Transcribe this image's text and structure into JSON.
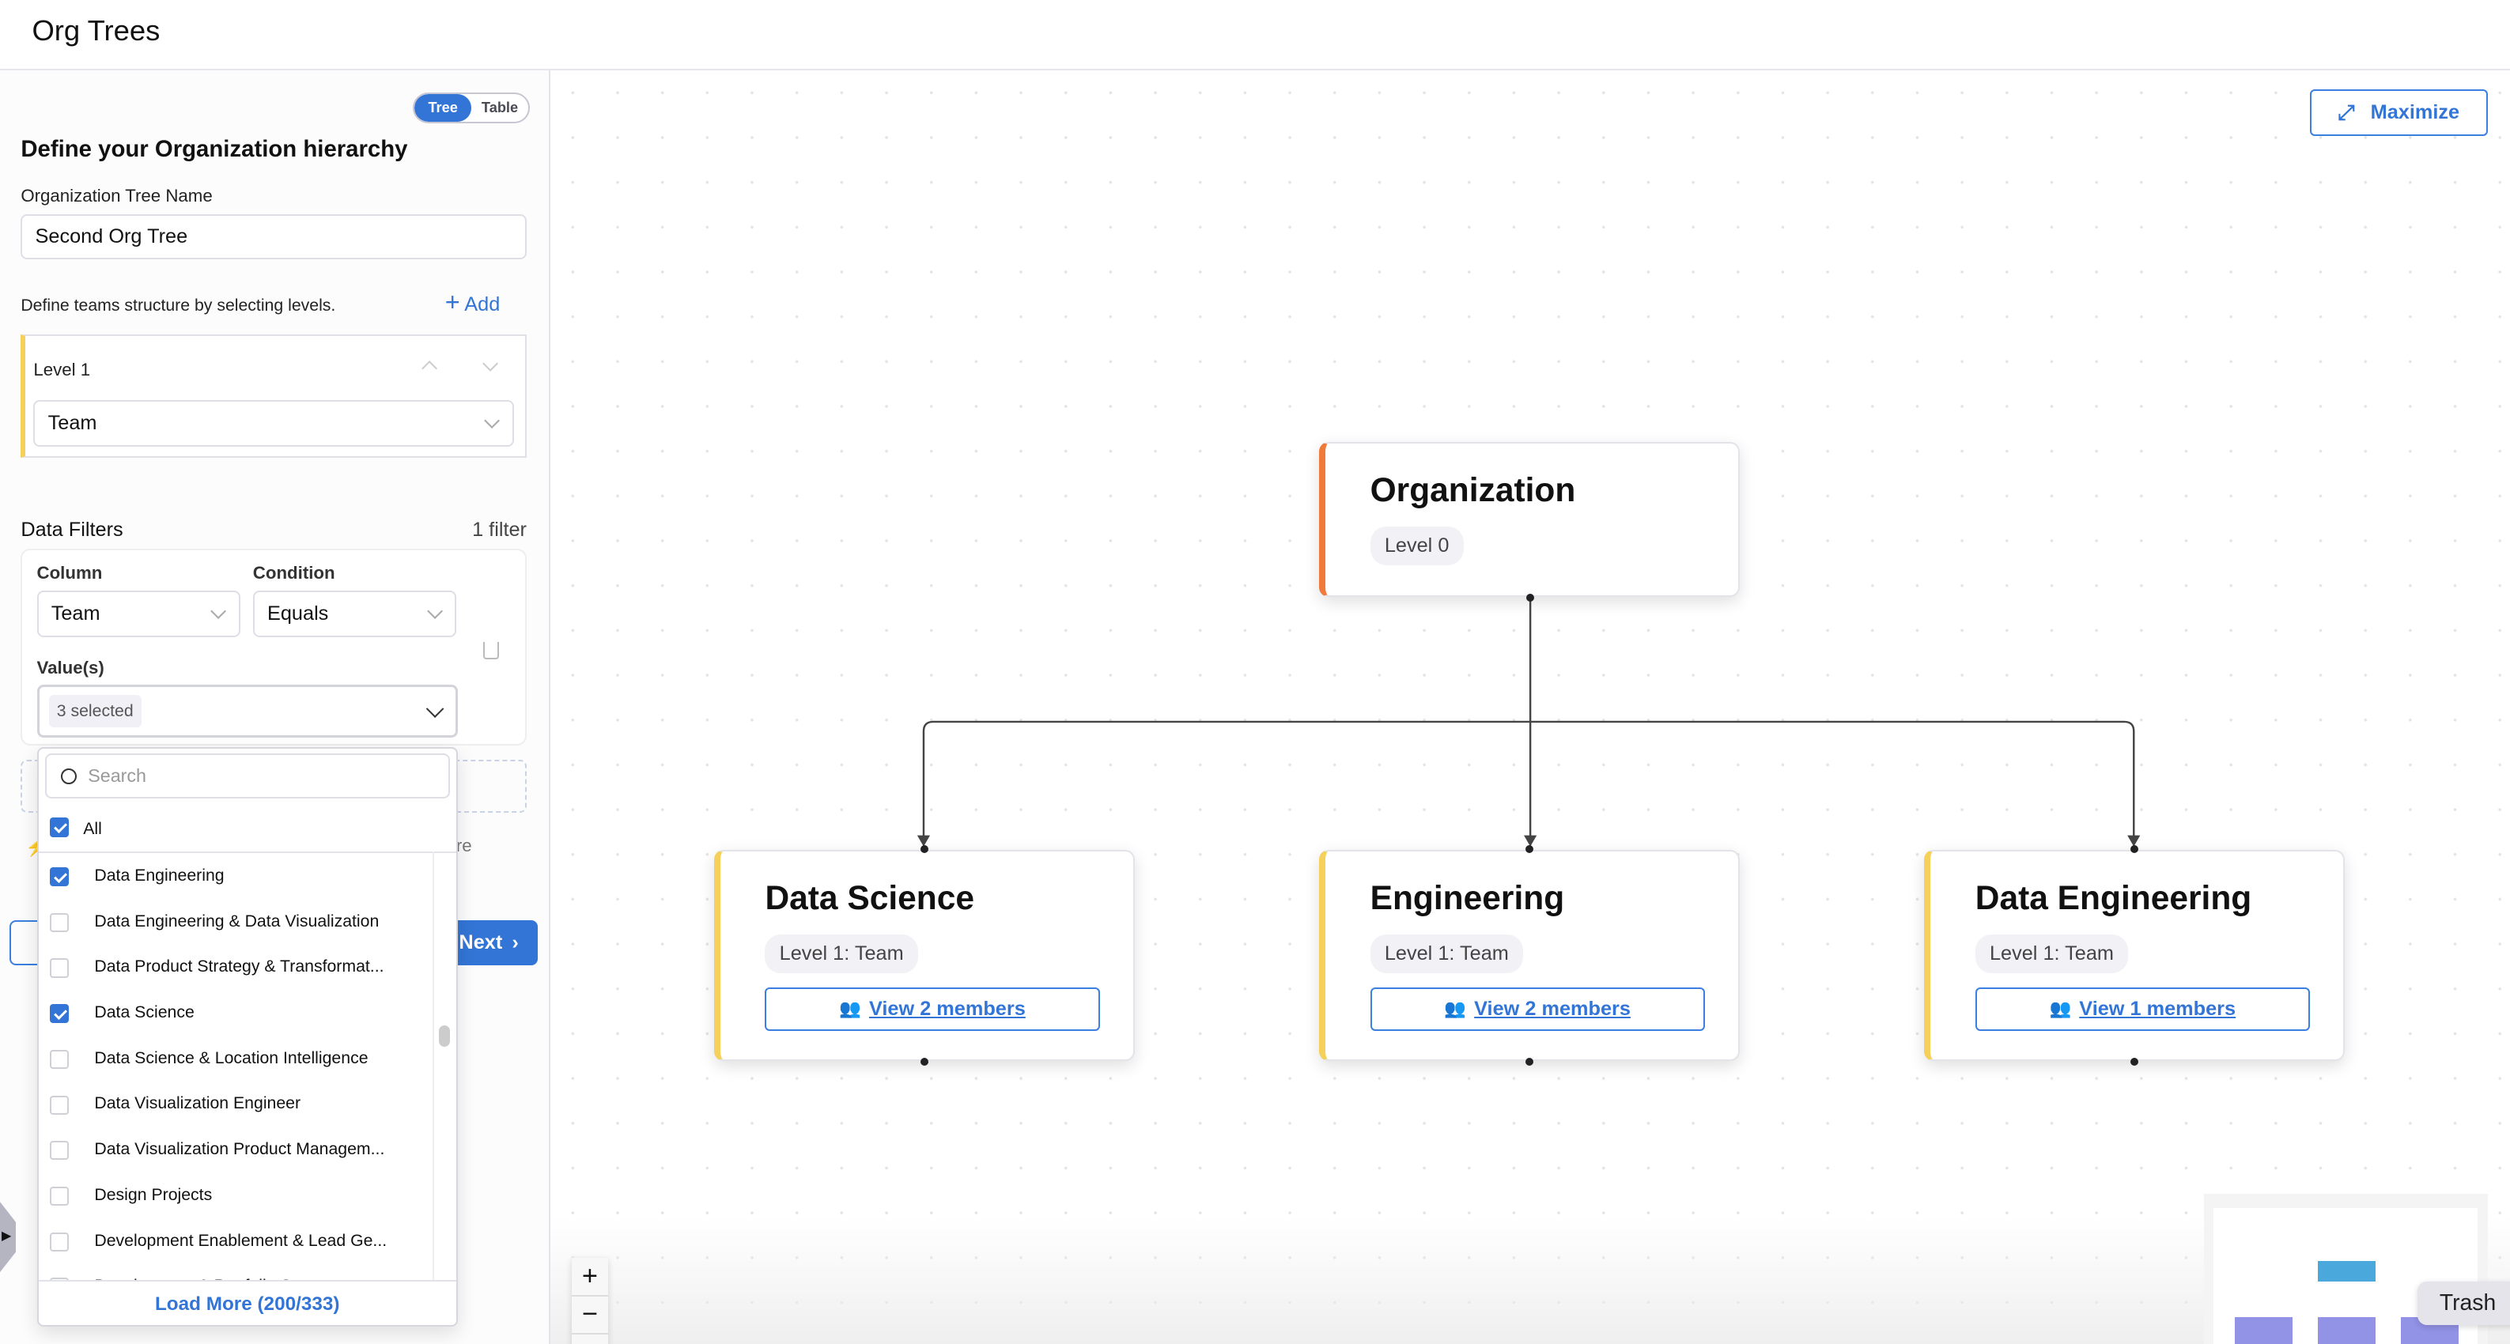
{
  "header": {
    "title": "Org Trees"
  },
  "left_panel": {
    "view_toggle": {
      "options": [
        "Tree",
        "Table"
      ],
      "selected": "Tree"
    },
    "heading": "Define your Organization hierarchy",
    "tree_name_label": "Organization Tree Name",
    "tree_name_value": "Second Org Tree",
    "levels_hint": "Define teams structure by selecting levels.",
    "add_label": "Add",
    "levels": [
      {
        "label": "Level 1",
        "value": "Team"
      }
    ],
    "data_filters": {
      "title": "Data Filters",
      "count": "1 filter",
      "column_label": "Column",
      "column_value": "Team",
      "condition_label": "Condition",
      "condition_value": "Equals",
      "values_label": "Value(s)",
      "values_summary": "3 selected"
    },
    "behind_text": "re",
    "next_label": "Next",
    "dropdown": {
      "search_placeholder": "Search",
      "all_label": "All",
      "items": [
        {
          "label": "Data Engineering",
          "checked": true
        },
        {
          "label": "Data Engineering & Data Visualization",
          "checked": false
        },
        {
          "label": "Data Product Strategy & Transformat...",
          "checked": false
        },
        {
          "label": "Data Science",
          "checked": true
        },
        {
          "label": "Data Science & Location Intelligence",
          "checked": false
        },
        {
          "label": "Data Visualization Engineer",
          "checked": false
        },
        {
          "label": "Data Visualization Product Managem...",
          "checked": false
        },
        {
          "label": "Design Projects",
          "checked": false
        },
        {
          "label": "Development Enablement & Lead Ge...",
          "checked": false
        },
        {
          "label": "Development & Portfolio Strat...",
          "checked": false
        }
      ],
      "load_more": "Load More (200/333)"
    }
  },
  "canvas": {
    "maximize_label": "Maximize",
    "root": {
      "title": "Organization",
      "badge": "Level 0",
      "accent": "#f07a3a"
    },
    "children": [
      {
        "title": "Data Science",
        "badge": "Level 1: Team",
        "members": "View 2 members",
        "accent": "#f5d05a"
      },
      {
        "title": "Engineering",
        "badge": "Level 1: Team",
        "members": "View 2 members",
        "accent": "#f5d05a"
      },
      {
        "title": "Data Engineering",
        "badge": "Level 1: Team",
        "members": "View 1 members",
        "accent": "#f5d05a"
      }
    ],
    "zoom_in": "+",
    "zoom_out": "−",
    "tooltip": "Trash"
  },
  "colors": {
    "primary": "#3375d6",
    "level_accent": "#f5d05a",
    "root_accent": "#f07a3a"
  }
}
